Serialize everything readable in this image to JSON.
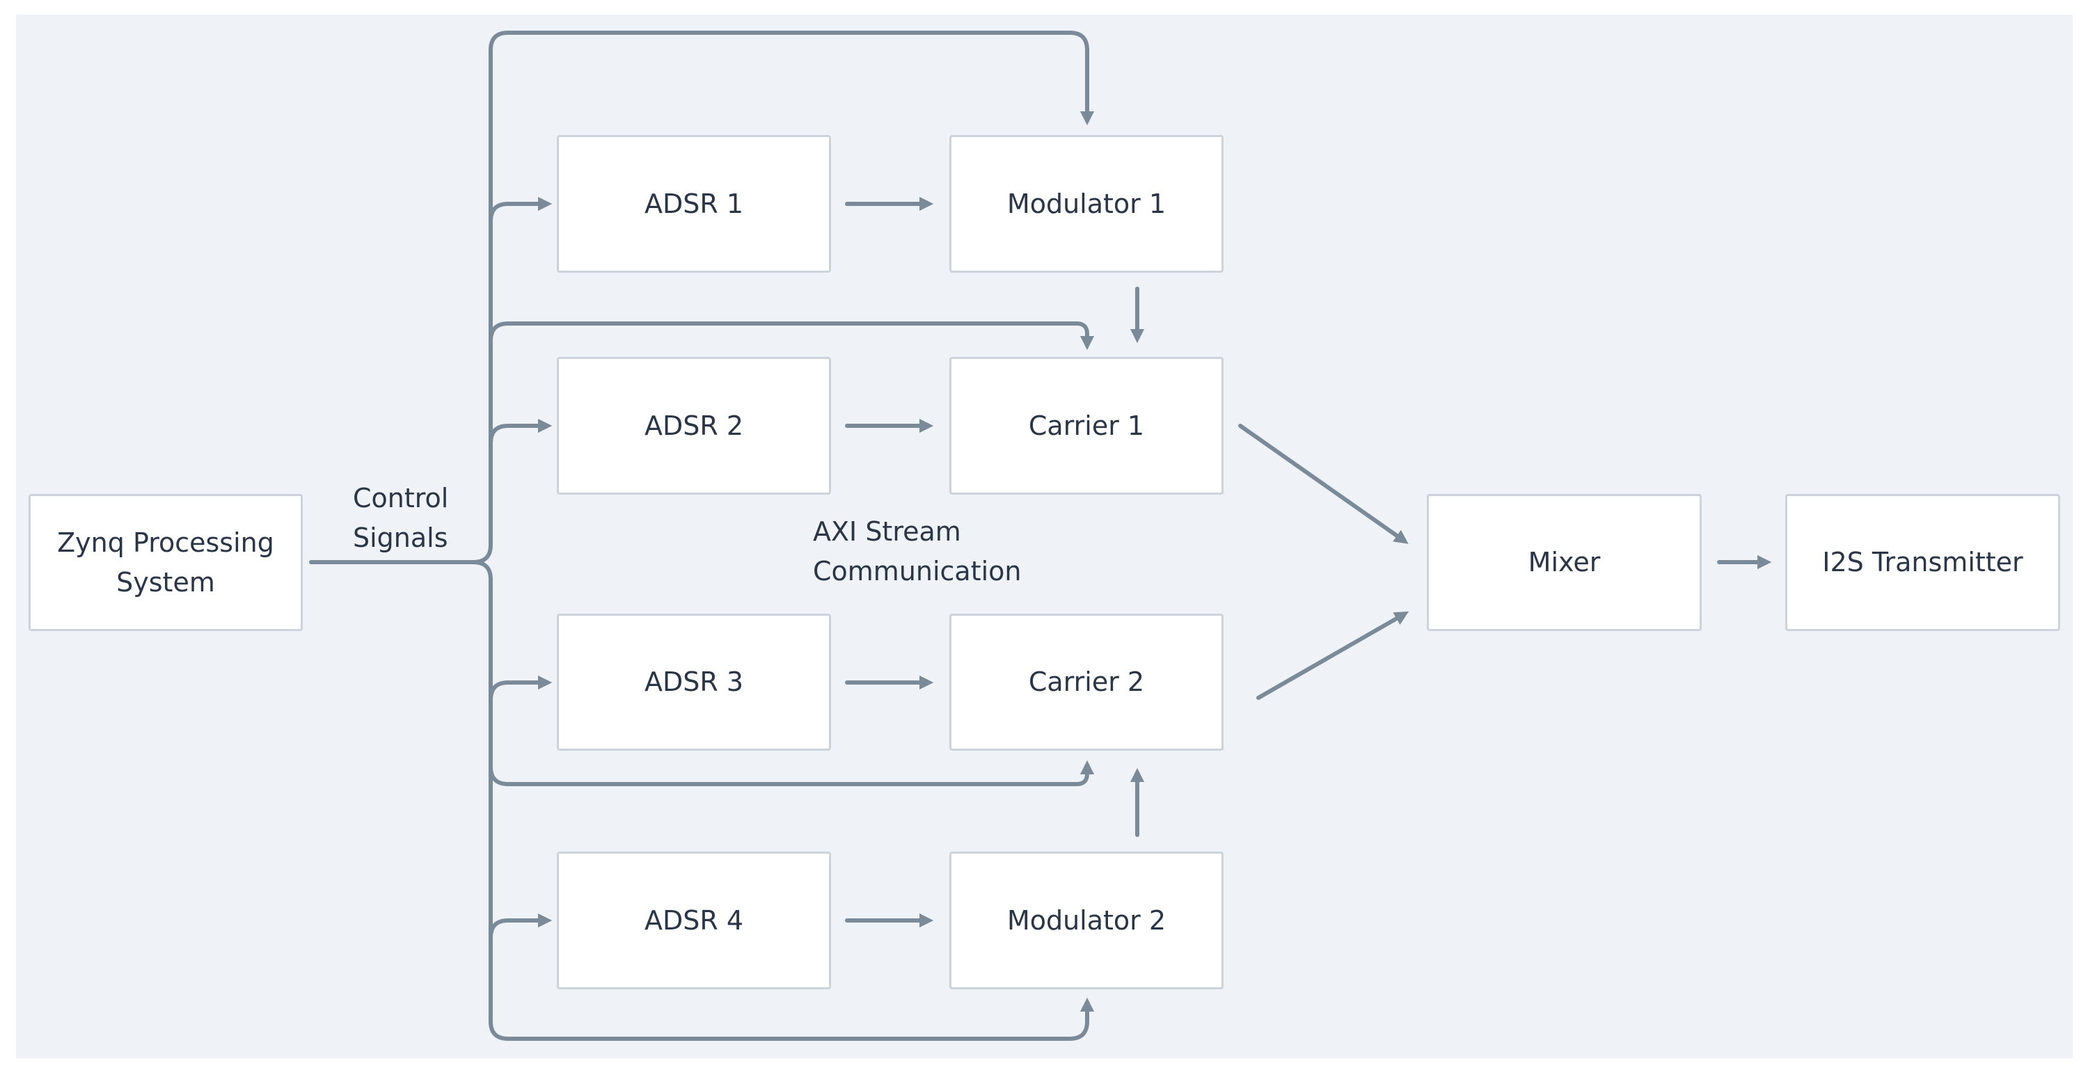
{
  "diagram": {
    "colors": {
      "background": "#eff3f7",
      "box_fill": "#ffffff",
      "box_border": "#ccd3db",
      "wire": "#7b8a99",
      "text": "#2a3546"
    },
    "nodes": {
      "zynq": {
        "line1": "Zynq Processing",
        "line2": "System"
      },
      "adsr1": "ADSR 1",
      "adsr2": "ADSR 2",
      "adsr3": "ADSR 3",
      "adsr4": "ADSR 4",
      "modulator1": "Modulator 1",
      "carrier1": "Carrier 1",
      "carrier2": "Carrier 2",
      "modulator2": "Modulator 2",
      "mixer": "Mixer",
      "i2s": "I2S Transmitter"
    },
    "labels": {
      "control": {
        "line1": "Control",
        "line2": "Signals"
      },
      "axi": {
        "line1": "AXI Stream",
        "line2": "Communication"
      }
    },
    "edges": [
      {
        "from": "Zynq Processing System",
        "to": "ADSR 1"
      },
      {
        "from": "Zynq Processing System",
        "to": "ADSR 2"
      },
      {
        "from": "Zynq Processing System",
        "to": "ADSR 3"
      },
      {
        "from": "Zynq Processing System",
        "to": "ADSR 4"
      },
      {
        "from": "Zynq Processing System",
        "to": "Modulator 1"
      },
      {
        "from": "Zynq Processing System",
        "to": "Carrier 1"
      },
      {
        "from": "Zynq Processing System",
        "to": "Carrier 2"
      },
      {
        "from": "Zynq Processing System",
        "to": "Modulator 2"
      },
      {
        "from": "ADSR 1",
        "to": "Modulator 1"
      },
      {
        "from": "ADSR 2",
        "to": "Carrier 1"
      },
      {
        "from": "ADSR 3",
        "to": "Carrier 2"
      },
      {
        "from": "ADSR 4",
        "to": "Modulator 2"
      },
      {
        "from": "Modulator 1",
        "to": "Carrier 1"
      },
      {
        "from": "Modulator 2",
        "to": "Carrier 2"
      },
      {
        "from": "Carrier 1",
        "to": "Mixer"
      },
      {
        "from": "Carrier 2",
        "to": "Mixer"
      },
      {
        "from": "Mixer",
        "to": "I2S Transmitter"
      }
    ]
  }
}
